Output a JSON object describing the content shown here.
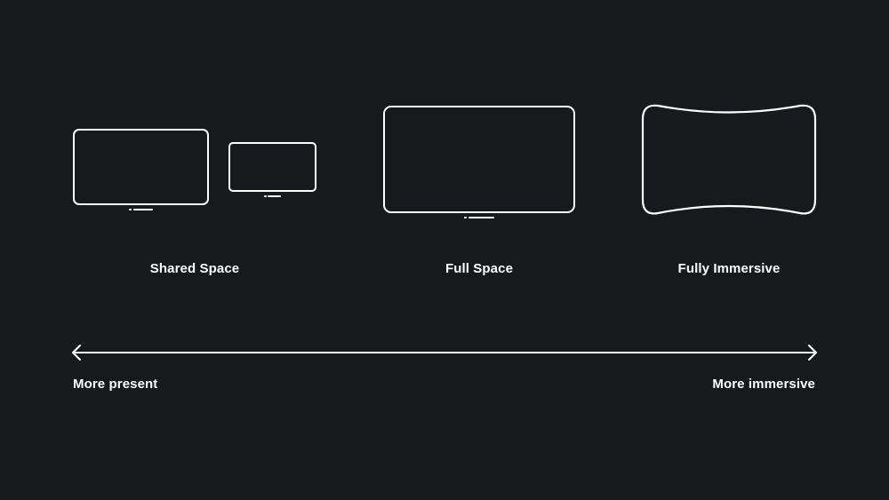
{
  "modes": {
    "shared": {
      "label": "Shared Space",
      "icon": "two-displays-icon"
    },
    "full": {
      "label": "Full Space",
      "icon": "large-display-icon"
    },
    "immersive": {
      "label": "Fully Immersive",
      "icon": "curved-panorama-icon"
    }
  },
  "axis": {
    "left_label": "More present",
    "right_label": "More immersive",
    "icon": "double-arrow-icon"
  },
  "colors": {
    "background": "#18191c",
    "foreground": "#ffffff"
  }
}
